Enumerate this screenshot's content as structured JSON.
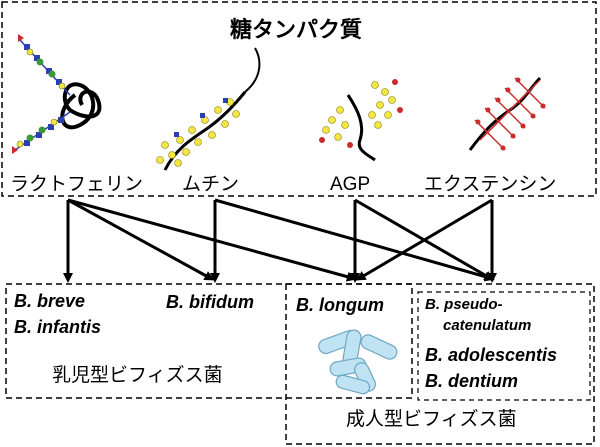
{
  "title": "糖タンパク質",
  "proteins": [
    "ラクトフェリン",
    "ムチン",
    "AGP",
    "エクステンシン"
  ],
  "bacteria": {
    "breve": "B. breve",
    "infantis": "B. infantis",
    "bifidum": "B. bifidum",
    "longum": "B. longum",
    "pseudo_line1": "B. pseudo-",
    "pseudo_line2": "catenulatum",
    "adolescentis": "B. adolescentis",
    "dentium": "B. dentium"
  },
  "groups": {
    "infant": "乳児型ビフィズス菌",
    "adult": "成人型ビフィズス菌"
  },
  "colors": {
    "glycan_yellow": "#f2e640",
    "glycan_red": "#cc2b2b",
    "glycan_blue": "#2b3fb0",
    "glycan_green": "#3a9a3a",
    "bacteria_fill": "#bfe3f2"
  }
}
